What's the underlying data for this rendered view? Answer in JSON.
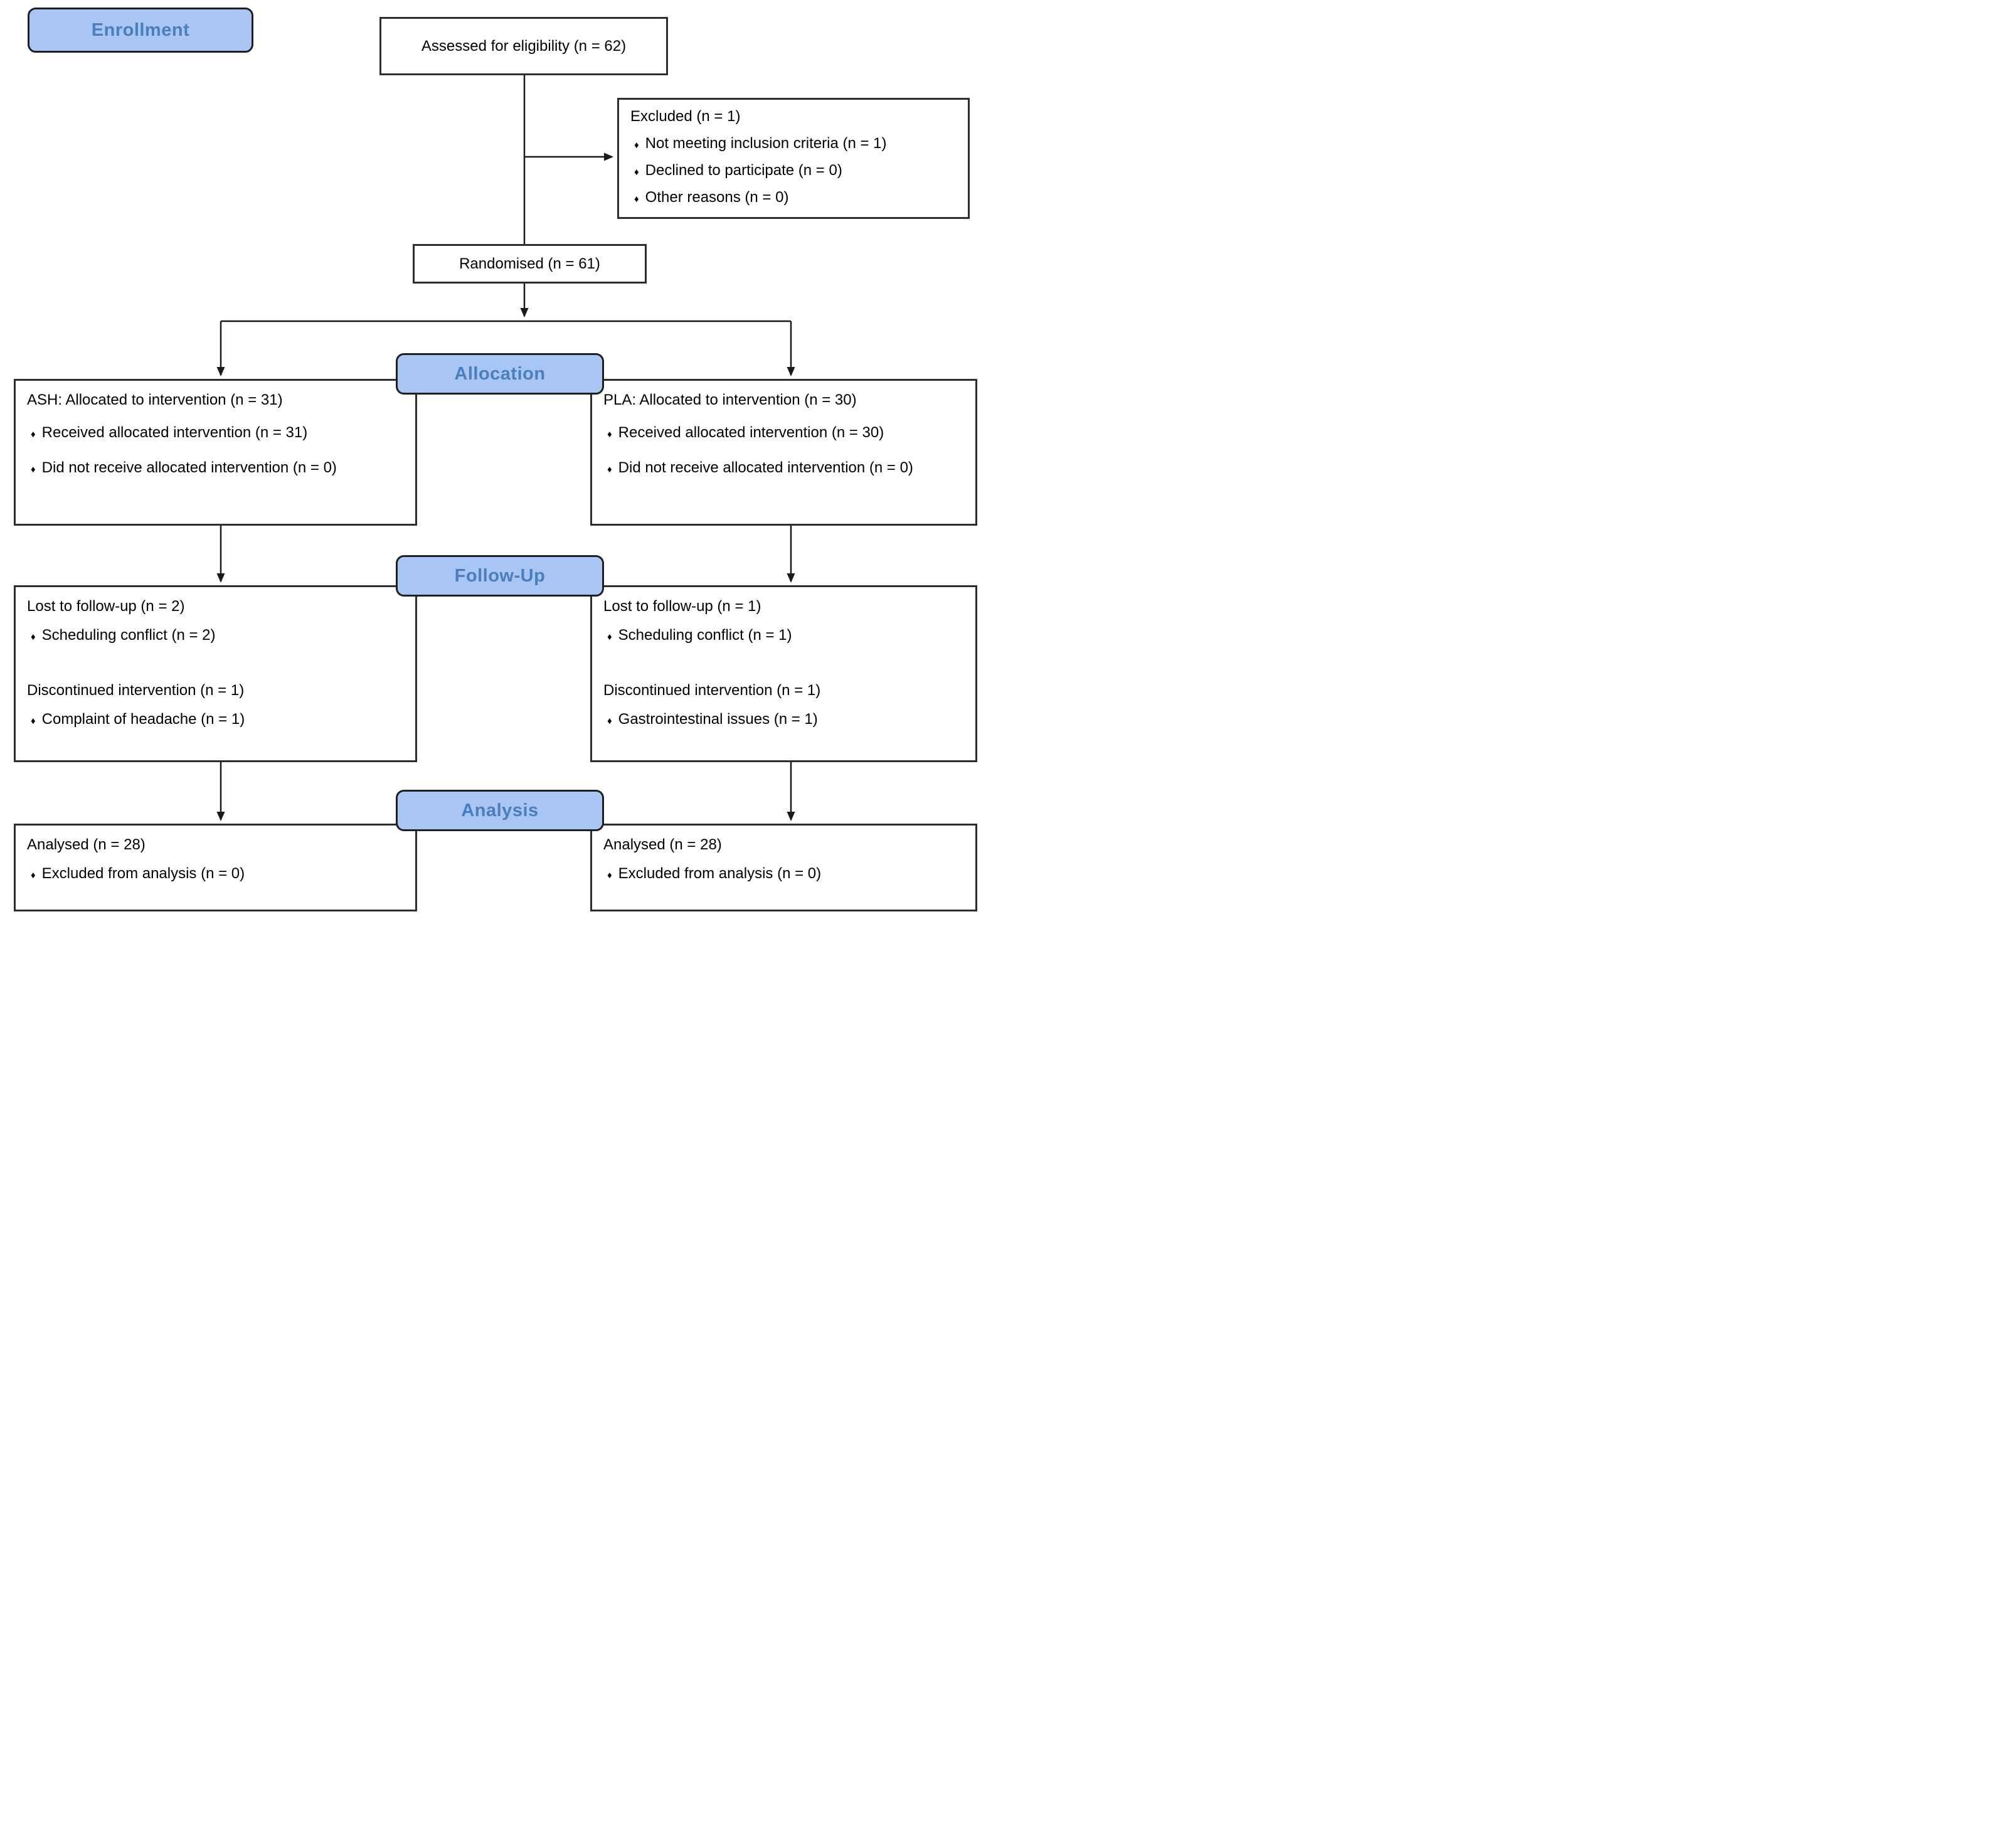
{
  "glyphs": {
    "bullet": "♦"
  },
  "colors": {
    "badge_fill": "#a9c5f3",
    "badge_text": "#4a7ebd",
    "box_border": "#2d2d2d",
    "line": "#1a1a1a",
    "background": "#ffffff"
  },
  "stage_labels": {
    "enrollment": "Enrollment",
    "allocation": "Allocation",
    "followup": "Follow-Up",
    "analysis": "Analysis"
  },
  "boxes": {
    "assessed": {
      "text": "Assessed for eligibility (n = 62)"
    },
    "excluded": {
      "title": "Excluded (n = 1)",
      "bullets": [
        "Not meeting inclusion criteria (n = 1)",
        "Declined to participate (n = 0)",
        "Other reasons (n = 0)"
      ]
    },
    "randomised": {
      "text": "Randomised (n = 61)"
    },
    "allocation_ash": {
      "title": "ASH: Allocated to intervention (n = 31)",
      "bullets": [
        "Received allocated intervention (n = 31)",
        "Did not receive allocated intervention (n = 0)"
      ]
    },
    "allocation_pla": {
      "title": "PLA: Allocated to intervention (n = 30)",
      "bullets": [
        "Received allocated intervention (n = 30)",
        "Did not receive allocated intervention (n = 0)"
      ]
    },
    "followup_ash": {
      "sections": [
        {
          "title": "Lost to follow-up (n = 2)",
          "bullets": [
            "Scheduling conflict (n = 2)"
          ]
        },
        {
          "title": "Discontinued intervention (n = 1)",
          "bullets": [
            "Complaint of headache (n = 1)"
          ]
        }
      ]
    },
    "followup_pla": {
      "sections": [
        {
          "title": "Lost to follow-up (n = 1)",
          "bullets": [
            "Scheduling conflict (n = 1)"
          ]
        },
        {
          "title": "Discontinued intervention (n = 1)",
          "bullets": [
            "Gastrointestinal issues (n = 1)"
          ]
        }
      ]
    },
    "analysis_ash": {
      "title": "Analysed (n = 28)",
      "bullets": [
        "Excluded from analysis (n = 0)"
      ]
    },
    "analysis_pla": {
      "title": "Analysed (n = 28)",
      "bullets": [
        "Excluded from analysis (n = 0)"
      ]
    }
  }
}
